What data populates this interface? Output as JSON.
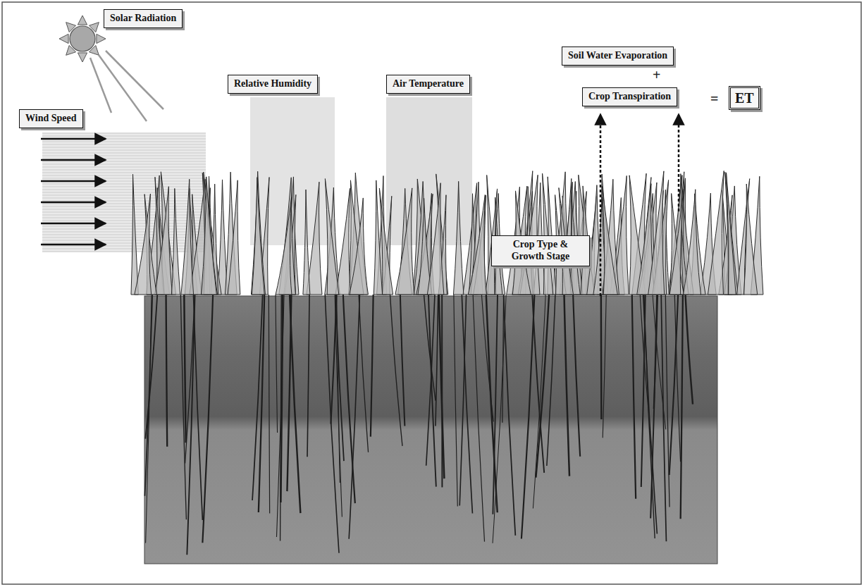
{
  "diagram": {
    "nodes": [
      {
        "text": [
          "Solar Radiation"
        ]
      },
      {
        "text": [
          "Wind Speed"
        ]
      },
      {
        "text": [
          "Relative Humidity"
        ]
      },
      {
        "text": [
          "Air Temperature"
        ]
      },
      {
        "text": [
          "Soil Water Evaporation"
        ]
      },
      {
        "text": [
          "Crop Transpiration"
        ]
      },
      {
        "text": [
          "ET"
        ]
      },
      {
        "text": [
          "Crop Type & Growth Stage"
        ]
      }
    ],
    "labels": [
      "+",
      "="
    ]
  }
}
